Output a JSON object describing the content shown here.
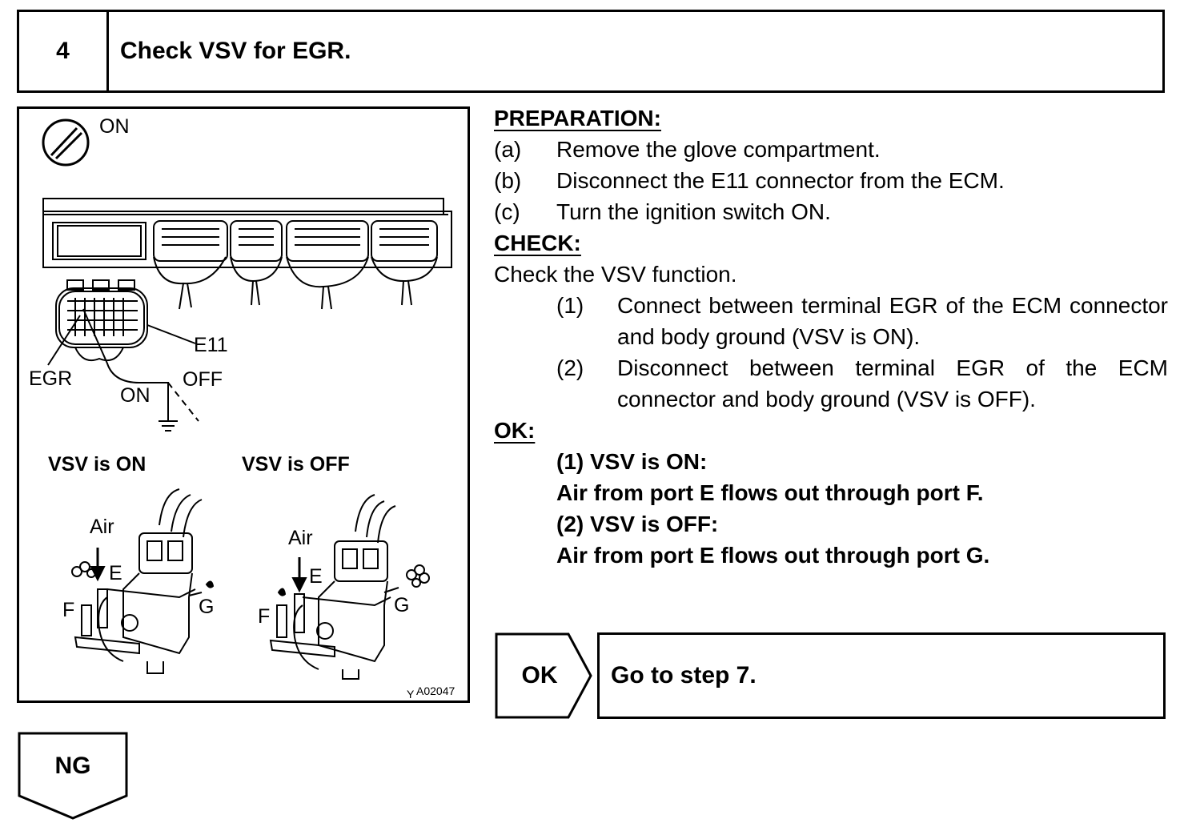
{
  "step": {
    "number": "4",
    "title": "Check VSV for EGR."
  },
  "figure": {
    "switch_label": "ON",
    "connector_label": "E11",
    "terminal_label": "EGR",
    "wire_on_label": "ON",
    "wire_off_label": "OFF",
    "vsv_on_caption": "VSV is ON",
    "vsv_off_caption": "VSV is OFF",
    "air_label": "Air",
    "port_e": "E",
    "port_f": "F",
    "port_g": "G",
    "code_prefix": "Y",
    "code": "A02047",
    "icon": "ignition-switch-icon"
  },
  "preparation": {
    "heading": "PREPARATION:",
    "items": [
      {
        "label": "(a)",
        "text": "Remove the glove compartment."
      },
      {
        "label": "(b)",
        "text": "Disconnect the E11 connector from the ECM."
      },
      {
        "label": "(c)",
        "text": "Turn the ignition switch ON."
      }
    ]
  },
  "check": {
    "heading": "CHECK:",
    "intro": "Check the VSV function.",
    "items": [
      {
        "label": "(1)",
        "text": "Connect between terminal EGR of the ECM connector and body ground (VSV is ON)."
      },
      {
        "label": "(2)",
        "text": "Disconnect between terminal EGR of the ECM connector and body ground (VSV is OFF)."
      }
    ]
  },
  "ok": {
    "heading": "OK:",
    "lines": [
      "(1) VSV is ON:",
      "Air from port E flows out through port F.",
      "(2) VSV is OFF:",
      "Air from port E flows out through port G."
    ]
  },
  "result_ok": {
    "label": "OK",
    "action": "Go to step 7."
  },
  "result_ng": {
    "label": "NG"
  }
}
